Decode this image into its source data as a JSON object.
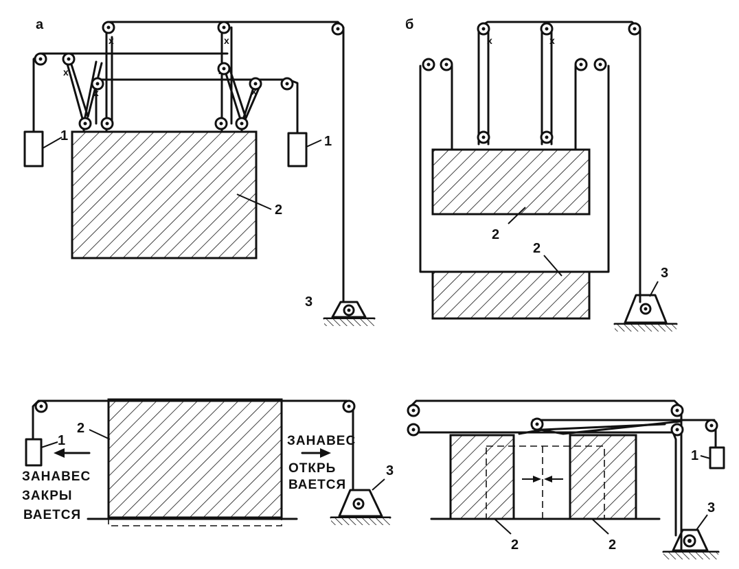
{
  "panels": {
    "a": {
      "letter": "а"
    },
    "b": {
      "letter": "б"
    }
  },
  "labels": {
    "counterweight": "1",
    "curtain": "2",
    "winch": "3"
  },
  "captions": {
    "closing": [
      "ЗАНАВЕС",
      "ЗАКРЫ",
      "ВАЕТСЯ"
    ],
    "opening": [
      "ЗАНАВЕС",
      "ОТКРЬ",
      "ВАЕТСЯ"
    ]
  },
  "marks": {
    "tie": "x"
  }
}
